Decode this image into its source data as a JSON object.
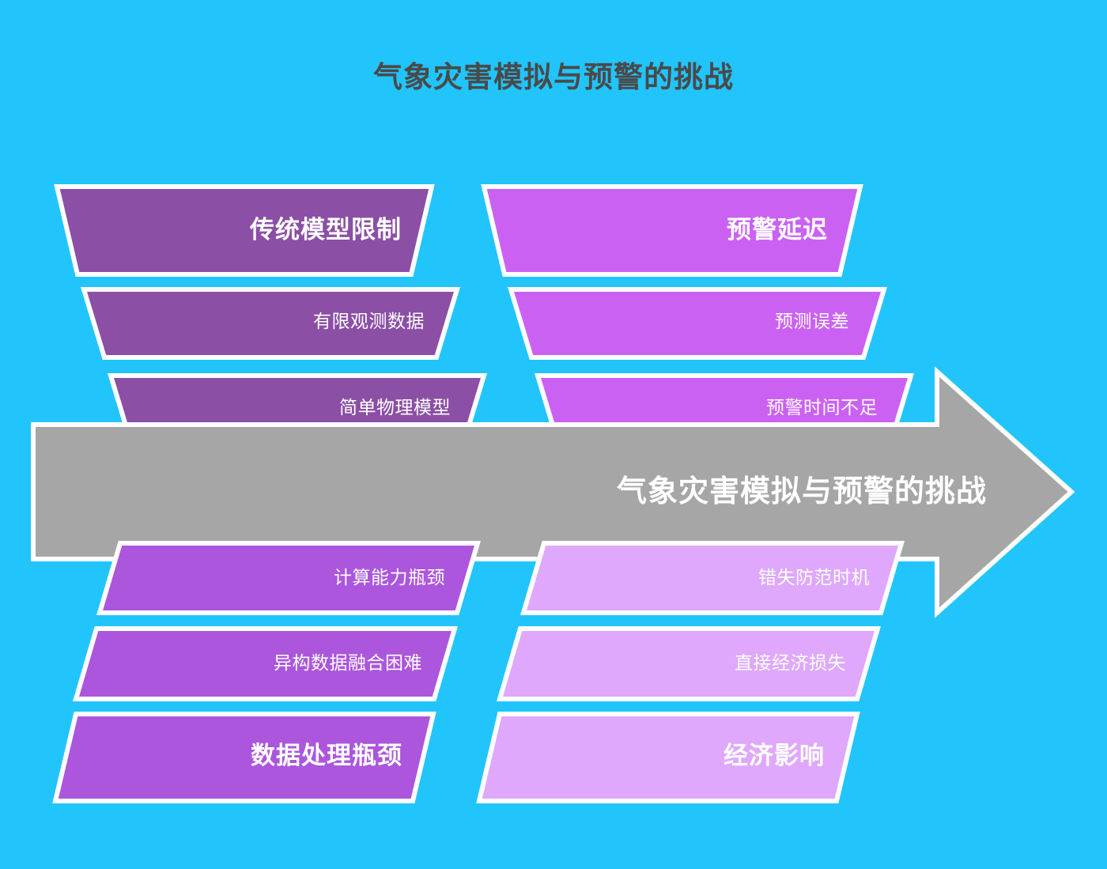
{
  "meta": {
    "background_color": "#21c5fc",
    "title_color": "#4a4a4a",
    "outline_color": "#ffffff",
    "arrow_color": "#a6a6a6",
    "label_color": "#ffffff"
  },
  "header": {
    "title": "气象灾害模拟与预警的挑战"
  },
  "arrow": {
    "label": "气象灾害模拟与预警的挑战",
    "direction": "right"
  },
  "diagram": {
    "type": "fishbone-arrow",
    "columns": [
      {
        "id": "left-column",
        "position": "left",
        "bars": [
          {
            "id": "tl-1",
            "label": "传统模型限制",
            "emphasis": "heading",
            "color": "#8b4fa5",
            "side": "top"
          },
          {
            "id": "tl-2",
            "label": "有限观测数据",
            "emphasis": "detail",
            "color": "#8b4fa5",
            "side": "top"
          },
          {
            "id": "tl-3",
            "label": "简单物理模型",
            "emphasis": "detail",
            "color": "#8b4fa5",
            "side": "top"
          },
          {
            "id": "bl-1",
            "label": "计算能力瓶颈",
            "emphasis": "detail",
            "color": "#ab56dc",
            "side": "bottom"
          },
          {
            "id": "bl-2",
            "label": "异构数据融合困难",
            "emphasis": "detail",
            "color": "#ab56dc",
            "side": "bottom"
          },
          {
            "id": "bl-3",
            "label": "数据处理瓶颈",
            "emphasis": "heading",
            "color": "#ab56dc",
            "side": "bottom"
          }
        ]
      },
      {
        "id": "right-column",
        "position": "right",
        "bars": [
          {
            "id": "tr-1",
            "label": "预警延迟",
            "emphasis": "heading",
            "color": "#cb61f2",
            "side": "top"
          },
          {
            "id": "tr-2",
            "label": "预测误差",
            "emphasis": "detail",
            "color": "#cb61f2",
            "side": "top"
          },
          {
            "id": "tr-3",
            "label": "预警时间不足",
            "emphasis": "detail",
            "color": "#cb61f2",
            "side": "top"
          },
          {
            "id": "br-1",
            "label": "错失防范时机",
            "emphasis": "detail",
            "color": "#dfa8fc",
            "side": "bottom"
          },
          {
            "id": "br-2",
            "label": "直接经济损失",
            "emphasis": "detail",
            "color": "#dfa8fc",
            "side": "bottom"
          },
          {
            "id": "br-3",
            "label": "经济影响",
            "emphasis": "heading",
            "color": "#dfa8fc",
            "side": "bottom"
          }
        ]
      }
    ]
  }
}
